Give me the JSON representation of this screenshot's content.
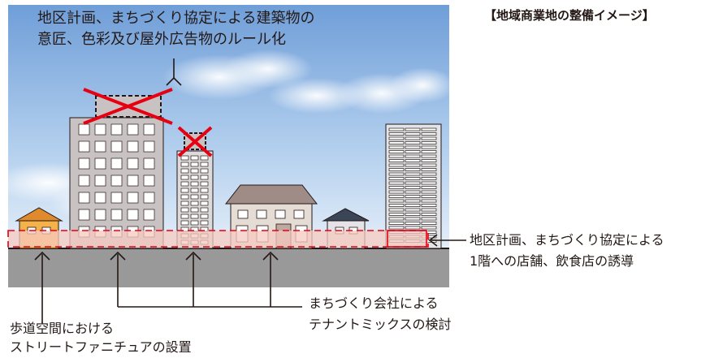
{
  "title": "【地域商業地の整備イメージ】",
  "annotations": {
    "top_callout": [
      "地区計画、まちづくり協定による建築物の",
      "意匠、色彩及び屋外広告物のルール化"
    ],
    "right_callout": [
      "地区計画、まちづくり協定による",
      "1階への店舗、飲食店の誘導"
    ],
    "bottom_center_callout": [
      "まちづくり会社による",
      "テナントミックスの検討"
    ],
    "bottom_left_callout": [
      "歩道空間における",
      "ストリートファニチュアの設置"
    ]
  },
  "colors": {
    "sky_top": "#6f9ed8",
    "sky_bottom": "#d8e7f7",
    "road": "#999999",
    "highlight_band": "#f6c9c0",
    "cross": "#e60012",
    "outline": "#231815"
  }
}
